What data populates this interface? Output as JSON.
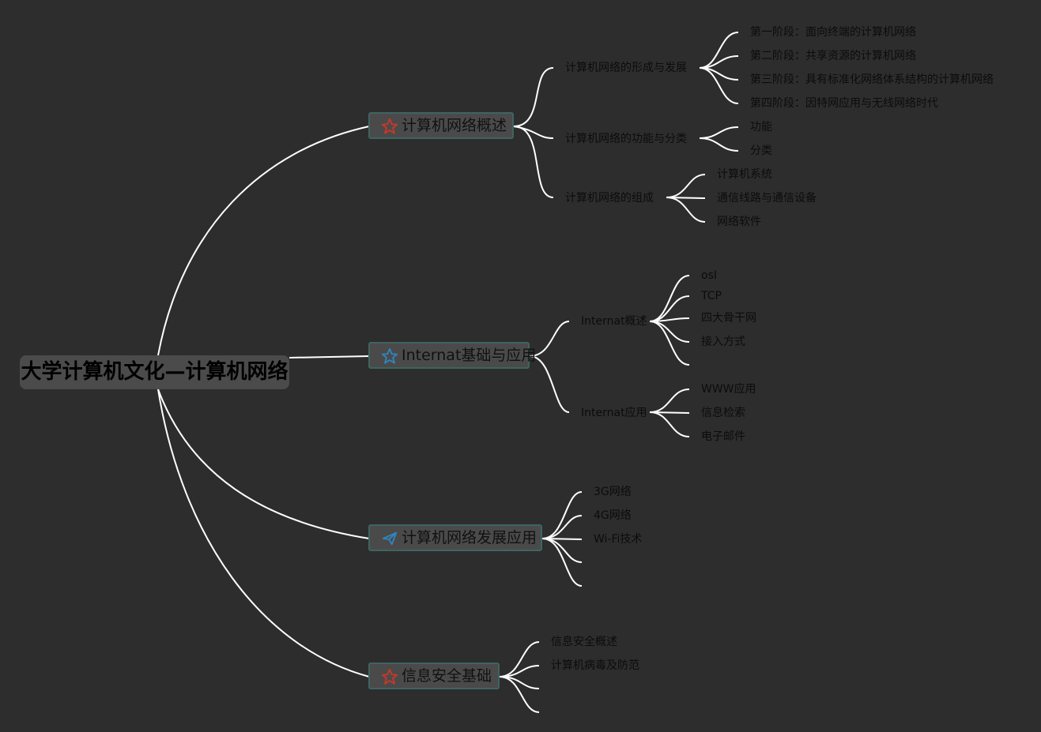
{
  "root": {
    "title": "大学计算机文化—计算机网络"
  },
  "icons": {
    "star_red": "#c0392b",
    "star_blue": "#2e86c1",
    "plane_blue": "#2e86c1"
  },
  "branches": [
    {
      "label": "计算机网络概述",
      "icon": "star-red-icon",
      "children": [
        {
          "label": "计算机网络的形成与发展",
          "children": [
            "第一阶段：面向终端的计算机网络",
            "第二阶段：共享资源的计算机网络",
            "第三阶段：具有标准化网络体系结构的计算机网络",
            "第四阶段：因特网应用与无线网络时代"
          ]
        },
        {
          "label": "计算机网络的功能与分类",
          "children": [
            "功能",
            "分类"
          ]
        },
        {
          "label": "计算机网络的组成",
          "children": [
            "计算机系统",
            "通信线路与通信设备",
            "网络软件"
          ]
        }
      ]
    },
    {
      "label": "Internat基础与应用",
      "icon": "star-blue-icon",
      "children": [
        {
          "label": "Internat概述",
          "children": [
            "osI",
            "TCP",
            "四大骨干网",
            "接入方式",
            ""
          ]
        },
        {
          "label": "Internat应用",
          "children": [
            "WWW应用",
            "信息检索",
            "电子邮件"
          ]
        }
      ]
    },
    {
      "label": "计算机网络发展应用",
      "icon": "paper-plane-icon",
      "children": [
        "3G网络",
        "4G网络",
        "Wi-Fi技术",
        "",
        ""
      ]
    },
    {
      "label": "信息安全基础",
      "icon": "star-red-icon",
      "children": [
        "信息安全概述",
        "计算机病毒及防范",
        "",
        ""
      ]
    }
  ]
}
